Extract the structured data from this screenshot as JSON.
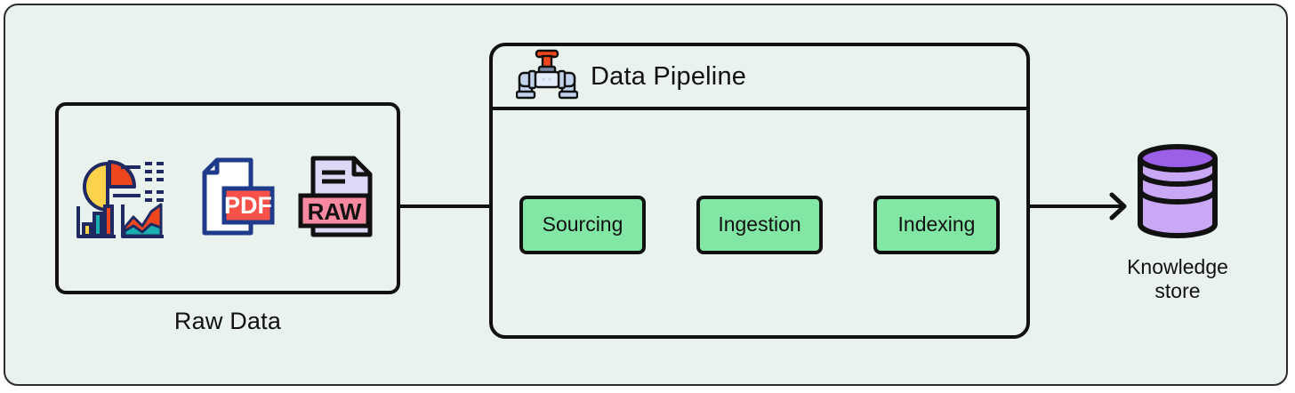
{
  "diagram": {
    "title_hidden": "",
    "background_color": "#e9f2ed",
    "outline_color": "#111111",
    "stage_fill": "#82e6a5",
    "store_fill": "#c9a8f5",
    "store_top_fill": "#9b5fe8"
  },
  "raw_data": {
    "label": "Raw Data",
    "icons": [
      {
        "name": "analytics-chart-icon",
        "alt": "pie chart, bar chart and area chart"
      },
      {
        "name": "pdf-file-icon",
        "alt": "PDF document",
        "badge": "PDF"
      },
      {
        "name": "raw-file-icon",
        "alt": "RAW document",
        "badge": "RAW"
      }
    ]
  },
  "pipeline": {
    "title": "Data Pipeline",
    "icon": "pipe-valve-icon",
    "stages": [
      {
        "label": "Sourcing"
      },
      {
        "label": "Ingestion"
      },
      {
        "label": "Indexing"
      }
    ]
  },
  "knowledge_store": {
    "icon": "database-cylinder-icon",
    "label_line1": "Knowledge",
    "label_line2": "store"
  },
  "connectors": [
    {
      "from": "raw-data",
      "to": "pipeline"
    },
    {
      "from": "sourcing",
      "to": "ingestion"
    },
    {
      "from": "ingestion",
      "to": "indexing"
    },
    {
      "from": "indexing",
      "to": "knowledge-store"
    }
  ]
}
